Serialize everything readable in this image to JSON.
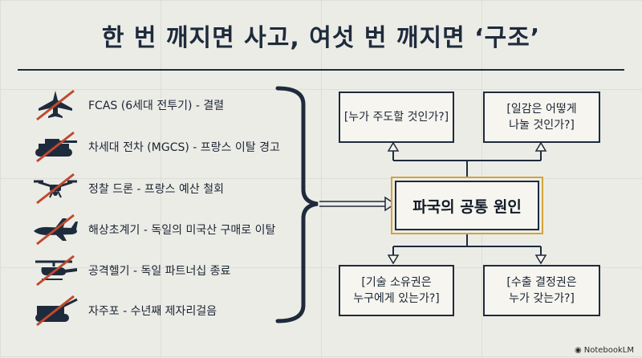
{
  "title": "한 번 깨지면 사고, 여섯 번 깨지면 ‘구조’",
  "projects": [
    {
      "label": "FCAS (6세대 전투기) - 결렬",
      "icon": "fighter-jet-icon"
    },
    {
      "label": "차세대 전차 (MGCS) - 프랑스 이탈 경고",
      "icon": "tank-icon"
    },
    {
      "label": "정찰 드론 - 프랑스 예산 철회",
      "icon": "drone-icon"
    },
    {
      "label": "해상초계기 - 독일의 미국산 구매로 이탈",
      "icon": "patrol-aircraft-icon"
    },
    {
      "label": "공격헬기 - 독일 파트너십 종료",
      "icon": "helicopter-icon"
    },
    {
      "label": "자주포 - 수년째 제자리걸음",
      "icon": "self-propelled-howitzer-icon"
    }
  ],
  "center": {
    "label": "파국의 공통 원인"
  },
  "causes": {
    "top_left": "[누가 주도할 것인가?]",
    "top_right": "[일감은 어떻게\n나눌 것인가?]",
    "bottom_left": "[기술 소유권은\n누구에게 있는가?]",
    "bottom_right": "[수출 결정권은\n누가 갖는가?]"
  },
  "watermark": "NotebookLM",
  "colors": {
    "navy": "#1e2b3c",
    "cross": "#c0492e",
    "gold": "#d3a43b",
    "background": "#ecece7"
  }
}
